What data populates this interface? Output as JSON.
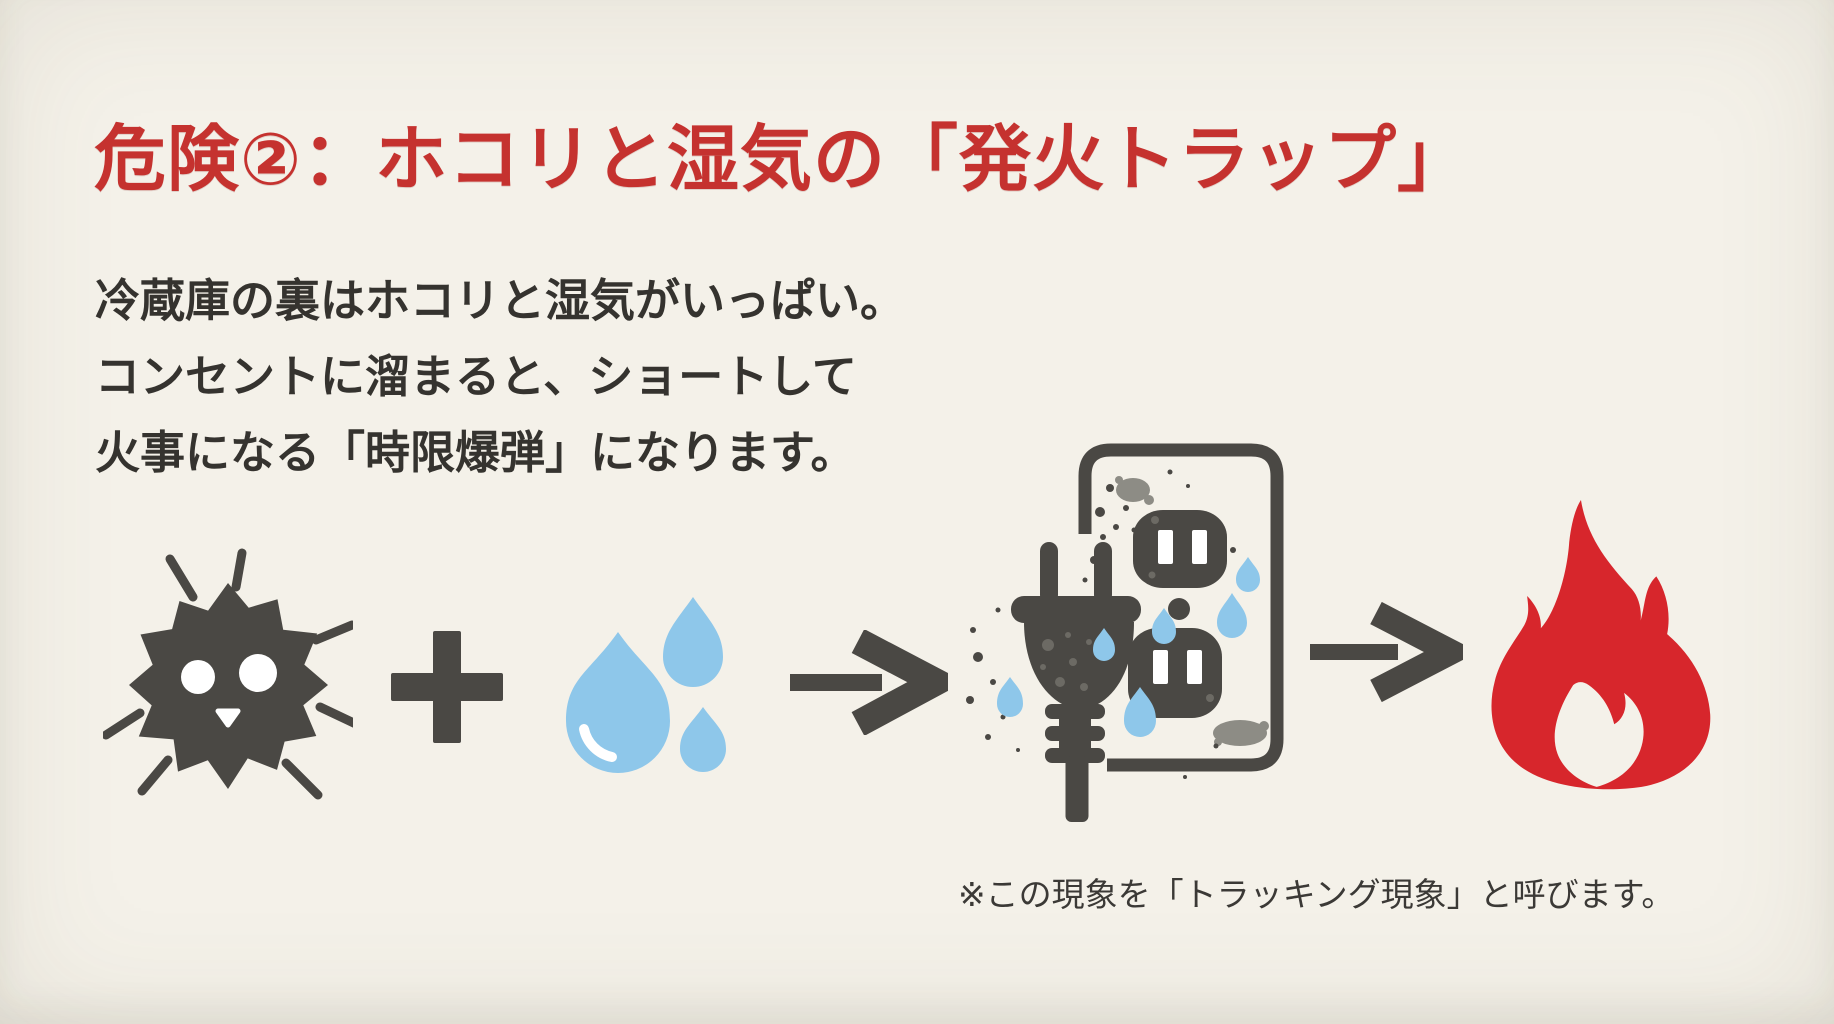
{
  "page": {
    "title": "危険②：ホコリと湿気の「発火トラップ」",
    "body_lines": [
      "冷蔵庫の裏はホコリと湿気がいっぱい。",
      "コンセントに溜まると、ショートして",
      "火事になる「時限爆弾」になります。"
    ],
    "footnote": "※この現象を「トラッキング現象」と呼びます。"
  },
  "diagram": {
    "icons": [
      "dust-ball-icon",
      "plus-icon",
      "water-drops-icon",
      "arrow-right-icon",
      "dusty-wet-outlet-plug-icon",
      "arrow-right-icon",
      "fire-icon"
    ]
  },
  "colors": {
    "background": "#f4f1e9",
    "title_red": "#c5322f",
    "fire_red": "#d7262c",
    "text_dark": "#35332f",
    "graphic_gray": "#4a4844",
    "water_blue": "#8ec7ea",
    "speck_gray": "#8d8c85"
  }
}
